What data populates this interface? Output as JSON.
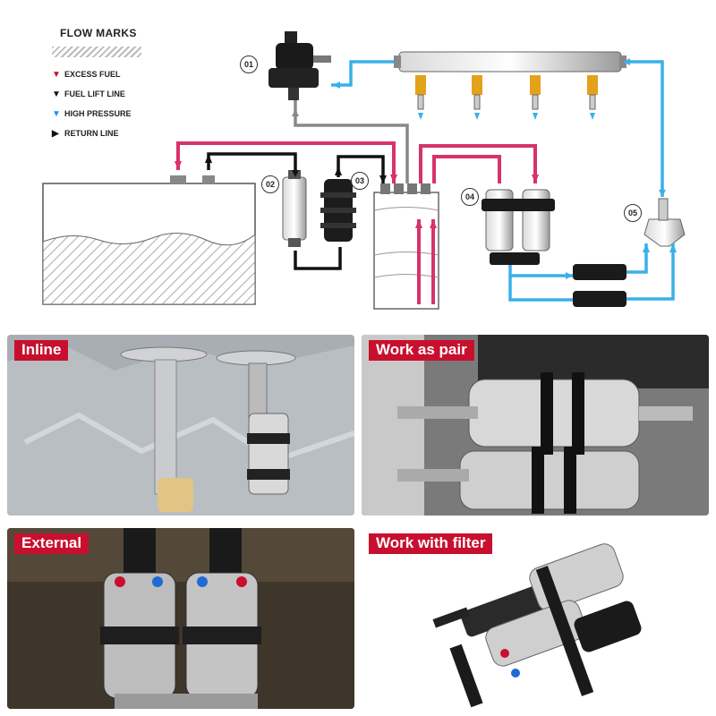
{
  "legend": {
    "title": "FLOW MARKS",
    "items": [
      {
        "label": "EXCESS FUEL",
        "color": "#c8102e",
        "icon": "arrow-down-icon"
      },
      {
        "label": "FUEL LIFT LINE",
        "color": "#111111",
        "icon": "arrow-down-icon"
      },
      {
        "label": "HIGH PRESSURE",
        "color": "#1e90ff",
        "icon": "arrow-down-icon"
      },
      {
        "label": "RETURN LINE",
        "color": "#111111",
        "icon": "arrow-right-icon"
      }
    ]
  },
  "components": {
    "regulator": "01",
    "inline_pump": "02",
    "filter": "03",
    "pump_pair": "04",
    "distributor": "05"
  },
  "line_colors": {
    "excess": "#d6336c",
    "lift": "#111111",
    "high_pressure": "#3ab0e8",
    "return": "#888888"
  },
  "panels": [
    {
      "label": "Inline"
    },
    {
      "label": "Work as pair"
    },
    {
      "label": "External"
    },
    {
      "label": "Work with filter"
    }
  ]
}
